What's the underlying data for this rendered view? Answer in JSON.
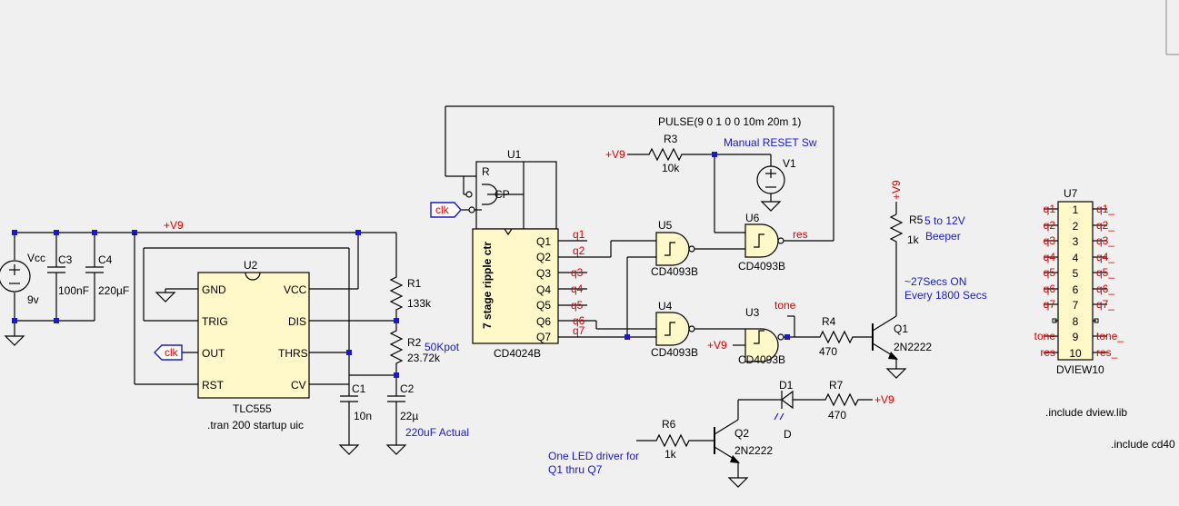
{
  "u2": {
    "ref": "U2",
    "part": "TLC555",
    "pins": {
      "gnd": "GND",
      "vcc": "VCC",
      "trig": "TRIG",
      "dis": "DIS",
      "out": "OUT",
      "thrs": "THRS",
      "rst": "RST",
      "cv": "CV"
    },
    "directive": ".tran 200 startup uic"
  },
  "u1": {
    "ref": "U1",
    "part": "CD4024B",
    "title": "7 stage ripple ctr",
    "pins": {
      "r": "R",
      "cp": "CP",
      "q1": "Q1",
      "q2": "Q2",
      "q3": "Q3",
      "q4": "Q4",
      "q5": "Q5",
      "q6": "Q6",
      "q7": "Q7"
    }
  },
  "u3": {
    "ref": "U3",
    "part": "CD4093B"
  },
  "u4": {
    "ref": "U4",
    "part": "CD4093B"
  },
  "u5": {
    "ref": "U5",
    "part": "CD4093B"
  },
  "u6": {
    "ref": "U6",
    "part": "CD4093B"
  },
  "u7": {
    "ref": "U7",
    "part": "DVIEW10",
    "pins": [
      "1",
      "2",
      "3",
      "4",
      "5",
      "6",
      "7",
      "8",
      "9",
      "10"
    ],
    "left_nets": [
      "q1",
      "q2",
      "q3",
      "q4",
      "q5",
      "q6",
      "q7",
      "",
      "tone",
      "res"
    ],
    "right_nets": [
      "q1_",
      "q2_",
      "q3_",
      "q4_",
      "q5_",
      "q6_",
      "q7_",
      "",
      "tone_",
      "res_"
    ]
  },
  "vcc_src": {
    "ref": "Vcc",
    "value": "9v"
  },
  "v1": {
    "ref": "V1",
    "value": "PULSE(9 0 1 0 0 10m 20m 1)",
    "note": "Manual RESET Sw"
  },
  "c1": {
    "ref": "C1",
    "value": "10n"
  },
  "c2": {
    "ref": "C2",
    "value": "22µ",
    "note": "220uF Actual"
  },
  "c3": {
    "ref": "C3",
    "value": "100nF"
  },
  "c4": {
    "ref": "C4",
    "value": "220µF"
  },
  "r1": {
    "ref": "R1",
    "value": "133k"
  },
  "r2": {
    "ref": "R2",
    "value": "23.72k",
    "note": "50Kpot"
  },
  "r3": {
    "ref": "R3",
    "value": "10k"
  },
  "r4": {
    "ref": "R4",
    "value": "470"
  },
  "r5": {
    "ref": "R5",
    "value": "1k",
    "note": "5 to 12V\nBeeper"
  },
  "r6": {
    "ref": "R6",
    "value": "1k"
  },
  "r7": {
    "ref": "R7",
    "value": "470"
  },
  "q1": {
    "ref": "Q1",
    "part": "2N2222"
  },
  "q2": {
    "ref": "Q2",
    "part": "2N2222"
  },
  "d1": {
    "ref": "D1",
    "part": "D"
  },
  "nets": {
    "v9": "+V9",
    "clk": "clk",
    "tone": "tone",
    "res": "res",
    "q1": "q1",
    "q2": "q2",
    "q3": "q3",
    "q4": "q4",
    "q5": "q5",
    "q6": "q6",
    "q7": "q7"
  },
  "notes": {
    "timing_line1": "~27Secs ON",
    "timing_line2": "Every 1800 Secs",
    "led_line1": "One LED driver for",
    "led_line2": "Q1 thru Q7",
    "include1": ".include dview.lib",
    "include2": ".include cd40"
  }
}
